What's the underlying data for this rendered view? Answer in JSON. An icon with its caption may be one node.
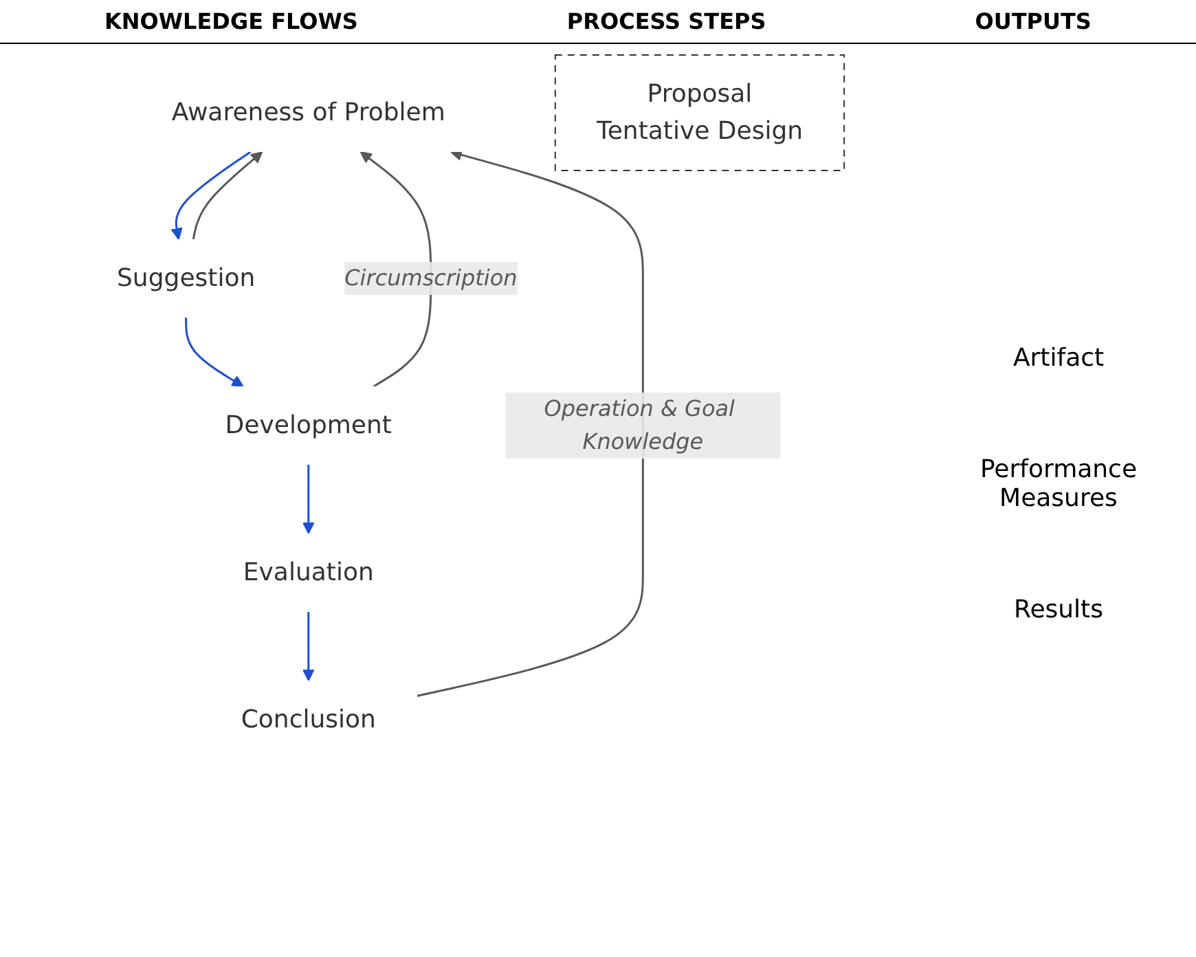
{
  "diagram": {
    "nodes": [
      {
        "text": [
          "Awareness of Problem"
        ]
      },
      {
        "text": [
          "Suggestion"
        ]
      },
      {
        "text": [
          "Development"
        ]
      },
      {
        "text": [
          "Evaluation"
        ]
      },
      {
        "text": [
          "Conclusion"
        ]
      },
      {
        "text": [
          "Proposal",
          "Tentative Design"
        ]
      }
    ],
    "edges": [
      {
        "from": 0,
        "to": 1,
        "arrow": "to"
      },
      {
        "from": 1,
        "to": 2,
        "arrow": "to"
      },
      {
        "from": 2,
        "to": 3,
        "arrow": "to"
      },
      {
        "from": 3,
        "to": 4,
        "arrow": "to"
      },
      {
        "from": 2,
        "to": 0,
        "arrow": "to",
        "label": "Circumscription",
        "color": "#595959"
      },
      {
        "from": 1,
        "to": 0,
        "arrow": "to",
        "color": "#595959"
      },
      {
        "from": 4,
        "to": 0,
        "arrow": "to",
        "label": "Operation & Goal Knowledge",
        "color": "#595959"
      }
    ],
    "labels": [
      "KNOWLEDGE FLOWS",
      "PROCESS STEPS",
      "OUTPUTS",
      "Artifact",
      "Performance Measures",
      "Results"
    ]
  }
}
